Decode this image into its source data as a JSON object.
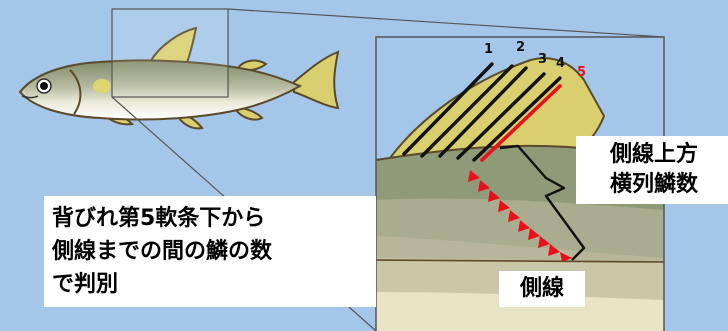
{
  "caption": {
    "lines": [
      "背びれ第5軟条下から",
      "側線までの間の鱗の数",
      "で判別"
    ]
  },
  "label_scale_count": {
    "lines": [
      "側線上方",
      "横列鱗数"
    ]
  },
  "label_lateral_line": "側線",
  "ray_numbers": [
    "1",
    "2",
    "3",
    "4",
    "5"
  ],
  "colors": {
    "background": "#a3c6e9",
    "highlight": "#e8101a",
    "fin": "#d9cf6e",
    "body_back": "#8f9a78",
    "body_belly": "#f0f0e2"
  }
}
